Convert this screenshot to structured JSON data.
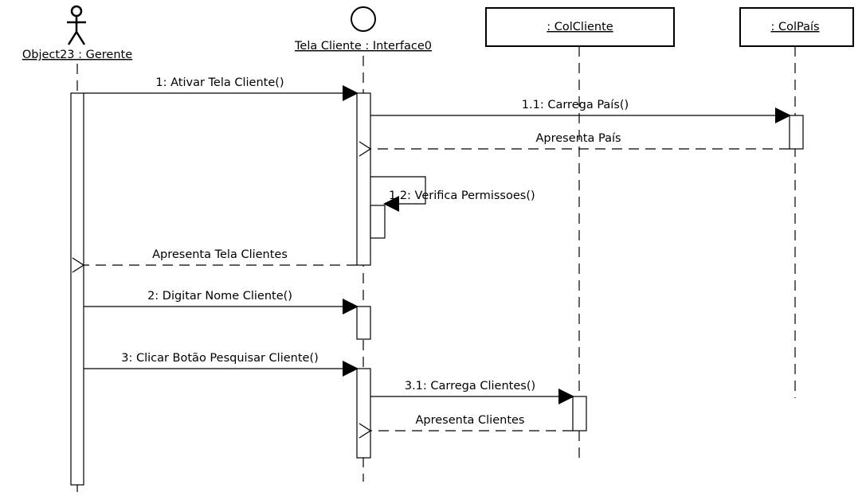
{
  "diagram": {
    "type": "sequence",
    "participants": [
      {
        "id": "gerente",
        "kind": "actor",
        "label": "Object23 : Gerente"
      },
      {
        "id": "tela",
        "kind": "interface",
        "label": "Tela Cliente : Interface0"
      },
      {
        "id": "colcliente",
        "kind": "object",
        "label": ": ColCliente"
      },
      {
        "id": "colpais",
        "kind": "object",
        "label": ": ColPaís"
      }
    ],
    "messages": [
      {
        "id": "m1",
        "from": "gerente",
        "to": "tela",
        "kind": "call",
        "label": "1: Ativar Tela Cliente()"
      },
      {
        "id": "m11",
        "from": "tela",
        "to": "colpais",
        "kind": "call",
        "label": "1.1: Carrega País()"
      },
      {
        "id": "r11",
        "from": "colpais",
        "to": "tela",
        "kind": "return",
        "label": "Apresenta País"
      },
      {
        "id": "m12",
        "from": "tela",
        "to": "tela",
        "kind": "self-call",
        "label": "1.2: Verifica Permissoes()"
      },
      {
        "id": "r1",
        "from": "tela",
        "to": "gerente",
        "kind": "return",
        "label": "Apresenta Tela Clientes"
      },
      {
        "id": "m2",
        "from": "gerente",
        "to": "tela",
        "kind": "call",
        "label": "2: Digitar Nome Cliente()"
      },
      {
        "id": "m3",
        "from": "gerente",
        "to": "tela",
        "kind": "call",
        "label": "3: Clicar Botão Pesquisar Cliente()"
      },
      {
        "id": "m31",
        "from": "tela",
        "to": "colcliente",
        "kind": "call",
        "label": "3.1: Carrega Clientes()"
      },
      {
        "id": "r31",
        "from": "colcliente",
        "to": "tela",
        "kind": "return",
        "label": "Apresenta Clientes"
      }
    ]
  }
}
